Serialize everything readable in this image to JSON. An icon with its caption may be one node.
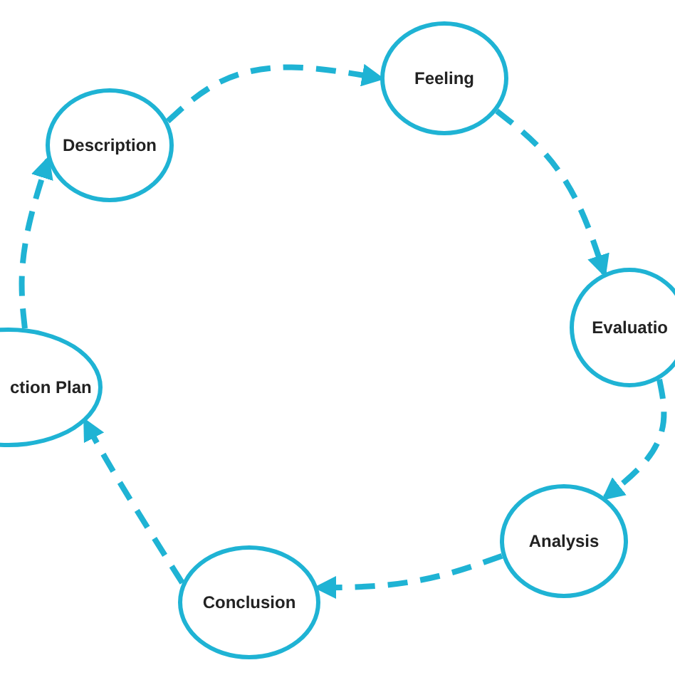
{
  "diagram": {
    "nodes": [
      {
        "text": [
          "Description"
        ]
      },
      {
        "text": [
          "Feeling"
        ]
      },
      {
        "text": [
          "Evaluatio"
        ]
      },
      {
        "text": [
          "Analysis"
        ]
      },
      {
        "text": [
          "Conclusion"
        ]
      },
      {
        "text": [
          "ction Plan"
        ]
      }
    ],
    "edges": [
      {
        "from": 0,
        "to": 1,
        "arrow": "to",
        "style": "dashed"
      },
      {
        "from": 1,
        "to": 2,
        "arrow": "to",
        "style": "dashed"
      },
      {
        "from": 2,
        "to": 3,
        "arrow": "to",
        "style": "dashed"
      },
      {
        "from": 3,
        "to": 4,
        "arrow": "to",
        "style": "dashed"
      },
      {
        "from": 4,
        "to": 5,
        "arrow": "to",
        "style": "dashed"
      },
      {
        "from": 5,
        "to": 0,
        "arrow": "to",
        "style": "dashed"
      }
    ]
  }
}
